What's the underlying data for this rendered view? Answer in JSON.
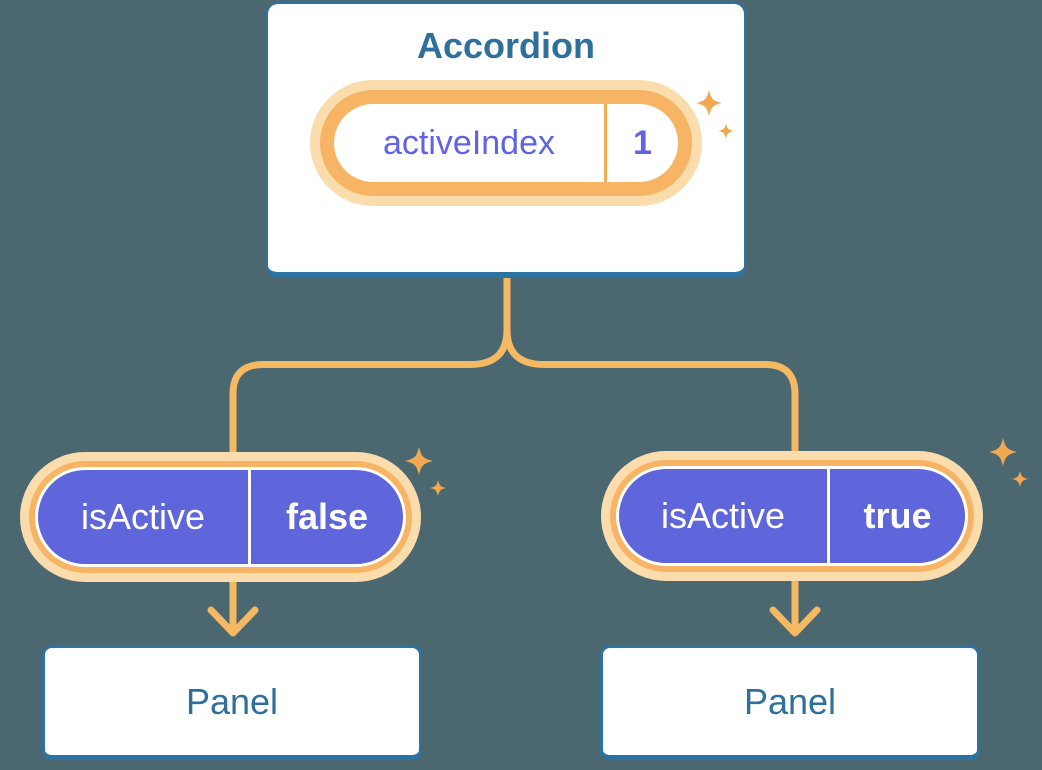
{
  "colors": {
    "background": "#4B6770",
    "card_border": "#2C72A2",
    "card_text": "#2F6F9C",
    "connector_orange": "#F5B963",
    "pill_ring_orange": "#F6B464",
    "pill_glow": "#FBDCAC",
    "sparkle_orange": "#F2A850",
    "state_text_purple": "#5F63E6",
    "prop_fill_purple": "#5F66DC",
    "prop_text": "#FFFFFF"
  },
  "accordion": {
    "title": "Accordion",
    "state_pill": {
      "label": "activeIndex",
      "value": "1"
    }
  },
  "branches": [
    {
      "prop_pill": {
        "label": "isActive",
        "value": "false"
      },
      "panel_title": "Panel"
    },
    {
      "prop_pill": {
        "label": "isActive",
        "value": "true"
      },
      "panel_title": "Panel"
    }
  ],
  "icons": {
    "sparkle": "sparkle-icon",
    "arrow": "arrow-down-icon"
  }
}
